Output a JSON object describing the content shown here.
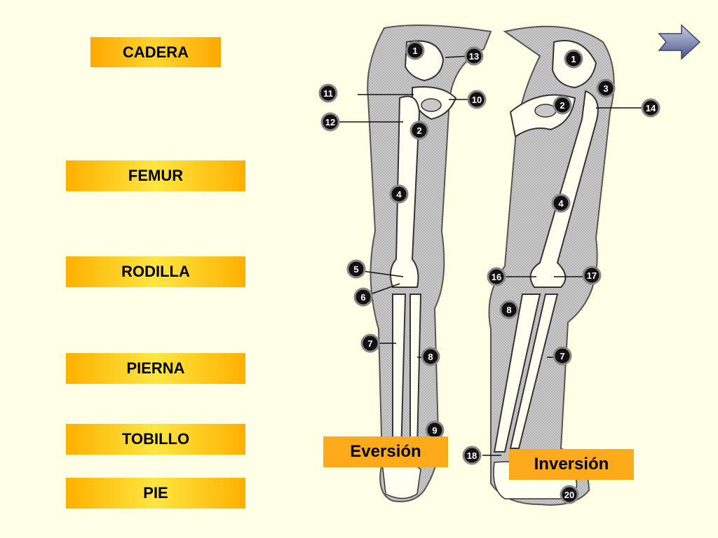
{
  "buttons": {
    "cadera": "CADERA",
    "femur": "FEMUR",
    "rodilla": "RODILLA",
    "pierna": "PIERNA",
    "tobillo": "TOBILLO",
    "pie": "PIE"
  },
  "captions": {
    "eversion": "Eversión",
    "inversion": "Inversión"
  },
  "icons": {
    "next": "arrow-right-icon"
  },
  "colors": {
    "background": "#ffffe5",
    "button": "#ffc820",
    "caption": "#ffaa1a"
  },
  "markers": {
    "left": [
      "1",
      "13",
      "11",
      "10",
      "12",
      "2",
      "4",
      "5",
      "6",
      "7",
      "8",
      "9"
    ],
    "right": [
      "1",
      "3",
      "2",
      "14",
      "4",
      "16",
      "17",
      "8",
      "7",
      "18",
      "20"
    ]
  }
}
